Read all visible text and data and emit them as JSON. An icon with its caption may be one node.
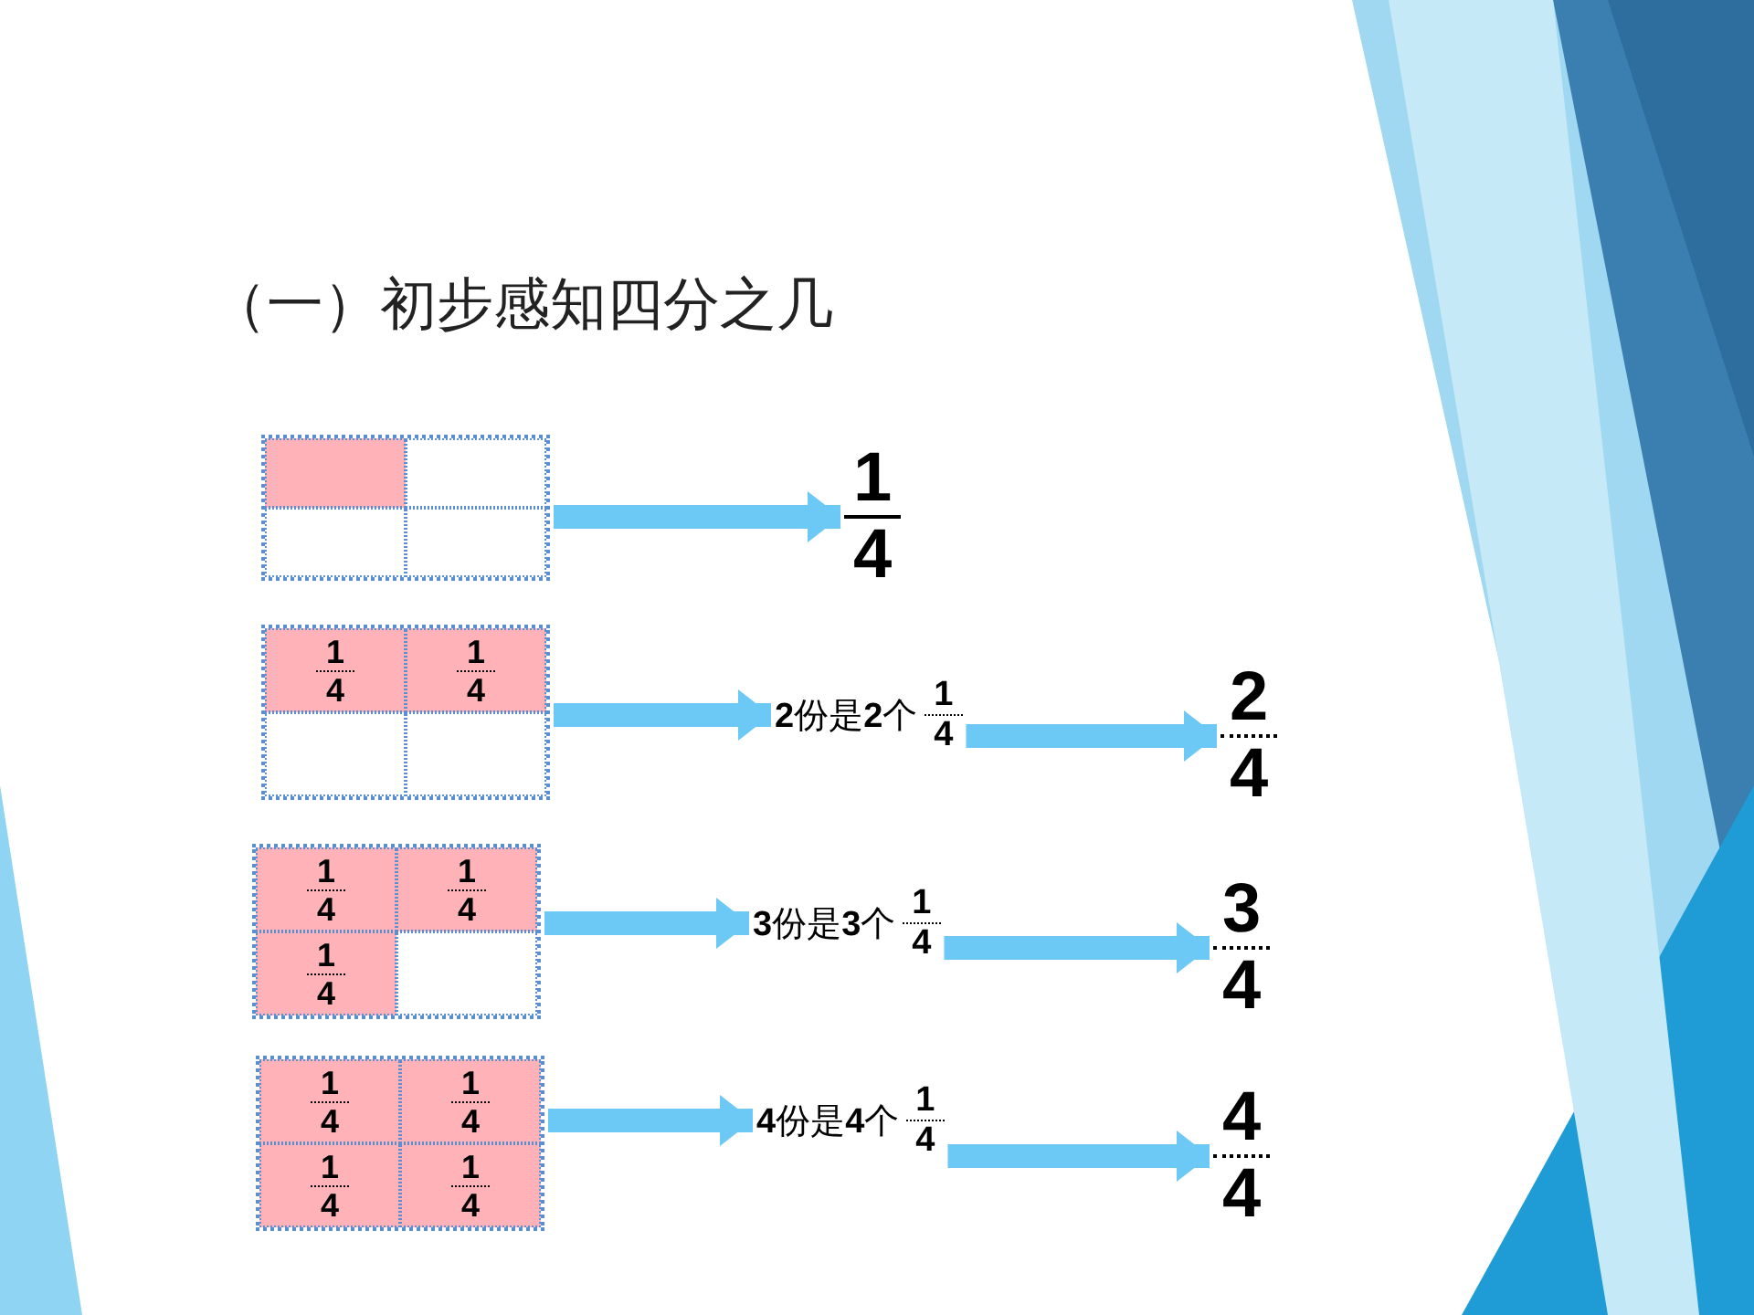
{
  "diagram": {
    "title": "（一）初步感知四分之几",
    "nodes": [
      {
        "text": [],
        "shape": "box"
      },
      {
        "text": [],
        "shape": "box",
        "in": 0
      },
      {
        "text": [],
        "shape": "box",
        "in": 0
      },
      {
        "text": [],
        "shape": "box",
        "in": 0
      },
      {
        "text": [],
        "shape": "box",
        "in": 0
      },
      {
        "text": [
          "1",
          "4"
        ]
      },
      {
        "text": [],
        "shape": "box"
      },
      {
        "text": [
          "1",
          "4"
        ],
        "in": 6
      },
      {
        "text": [
          "1",
          "4"
        ],
        "in": 6
      },
      {
        "text": [],
        "shape": "box",
        "in": 6
      },
      {
        "text": [],
        "shape": "box",
        "in": 6
      },
      {
        "text": [
          "**2**份是**2**个",
          "1",
          "4"
        ]
      },
      {
        "text": [
          "2",
          "4"
        ]
      },
      {
        "text": [],
        "shape": "box"
      },
      {
        "text": [
          "1",
          "4"
        ],
        "in": 13
      },
      {
        "text": [
          "1",
          "4"
        ],
        "in": 13
      },
      {
        "text": [
          "1",
          "4"
        ],
        "in": 13
      },
      {
        "text": [],
        "shape": "box",
        "in": 13
      },
      {
        "text": [
          "**3**份是**3**个",
          "1",
          "4"
        ]
      },
      {
        "text": [
          "3",
          "4"
        ]
      },
      {
        "text": [],
        "shape": "box"
      },
      {
        "text": [
          "1",
          "4"
        ],
        "in": 20
      },
      {
        "text": [
          "1",
          "4"
        ],
        "in": 20
      },
      {
        "text": [
          "1",
          "4"
        ],
        "in": 20
      },
      {
        "text": [
          "1",
          "4"
        ],
        "in": 20
      },
      {
        "text": [
          "**4**份是**4**个",
          "1",
          "4"
        ]
      },
      {
        "text": [
          "4",
          "4"
        ]
      }
    ],
    "edges": [
      {
        "from": 0,
        "to": 5,
        "arrow": "to"
      },
      {
        "from": 6,
        "to": 11,
        "arrow": "to"
      },
      {
        "from": 11,
        "to": 12,
        "arrow": "to"
      },
      {
        "from": 13,
        "to": 18,
        "arrow": "to"
      },
      {
        "from": 18,
        "to": 19,
        "arrow": "to"
      },
      {
        "from": 20,
        "to": 25,
        "arrow": "to"
      },
      {
        "from": 25,
        "to": 26,
        "arrow": "to"
      }
    ]
  }
}
